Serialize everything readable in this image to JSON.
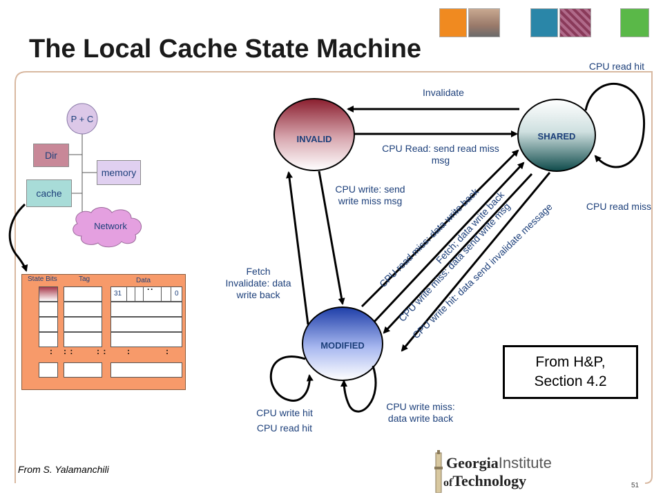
{
  "title": "The Local Cache State Machine",
  "states": {
    "invalid": "INVALID",
    "shared": "SHARED",
    "modified": "MODIFIED"
  },
  "transitions": {
    "invalidate": "Invalidate",
    "cpu_read_send_line1": "CPU Read: send read miss",
    "cpu_read_send_line2": "msg",
    "cpu_write_send_line1": "CPU write: send",
    "cpu_write_send_line2": "write miss msg",
    "fetch_inv_line1": "Fetch",
    "fetch_inv_line2": "Invalidate: data",
    "fetch_inv_line3": "write back",
    "shared_read_hit": "CPU read hit",
    "shared_read_miss": "CPU read miss",
    "diag1": "CPU read miss: data write back",
    "diag2": "Fetch; data write back",
    "diag3": "CPU write miss: data send write msg",
    "diag4": "CPU write hit: data send invalidate message",
    "mod_write_hit": "CPU write hit",
    "mod_read_hit": "CPU read hit",
    "mod_write_miss_line1": "CPU write miss:",
    "mod_write_miss_line2": "data write back"
  },
  "source_box": {
    "line1": "From H&P,",
    "line2": "Section 4.2"
  },
  "node_diagram": {
    "pc": "P + C",
    "dir": "Dir",
    "memory": "memory",
    "cache": "cache",
    "network": "Network"
  },
  "cache_table": {
    "state_bits": "State Bits",
    "tag": "Tag",
    "data": "Data",
    "bit_high": "31",
    "bit_low": "0"
  },
  "credit": "From S. Yalamanchili",
  "page_number": "51",
  "logo": {
    "line1_part1": "Georgia",
    "line1_part2": "Institute",
    "line2_part1": "of",
    "line2_part2": "Technology"
  },
  "colors": {
    "text_blue": "#1c3f7a",
    "invalid_fill": "#a83a4c",
    "shared_fill": "#2a6e6e",
    "modified_fill": "#3a5fd0",
    "cache_panel": "#f79a6a"
  }
}
